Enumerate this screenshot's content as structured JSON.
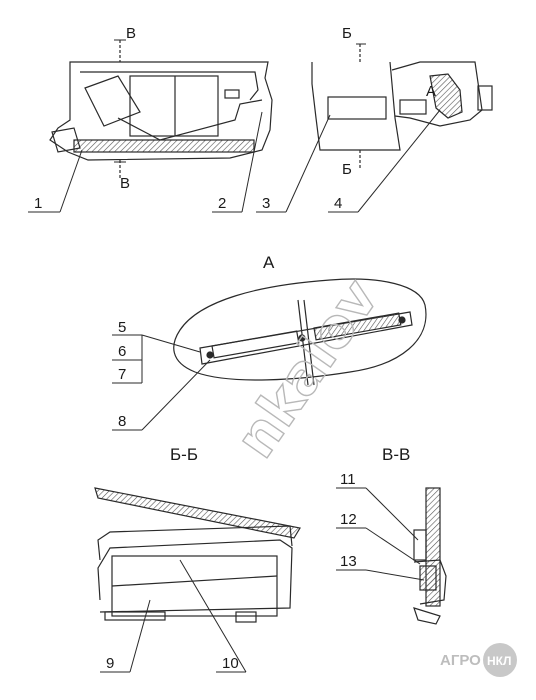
{
  "section_marks": {
    "b_top": "В",
    "b_bottom": "В",
    "v_top": "Б",
    "v_bottom": "Б",
    "a_small": "А"
  },
  "view_titles": {
    "detail_a": "А",
    "section_bb": "Б-Б",
    "section_vv": "В-В"
  },
  "callouts": [
    "1",
    "2",
    "3",
    "4",
    "5",
    "6",
    "7",
    "8",
    "9",
    "10",
    "11",
    "12",
    "13"
  ],
  "watermark": "nkalov",
  "logo": {
    "left": "АГРО",
    "right": "НКЛ"
  },
  "colors": {
    "line": "#2a2a2a",
    "hatch": "#555555",
    "logo": "#bdbdbd"
  }
}
